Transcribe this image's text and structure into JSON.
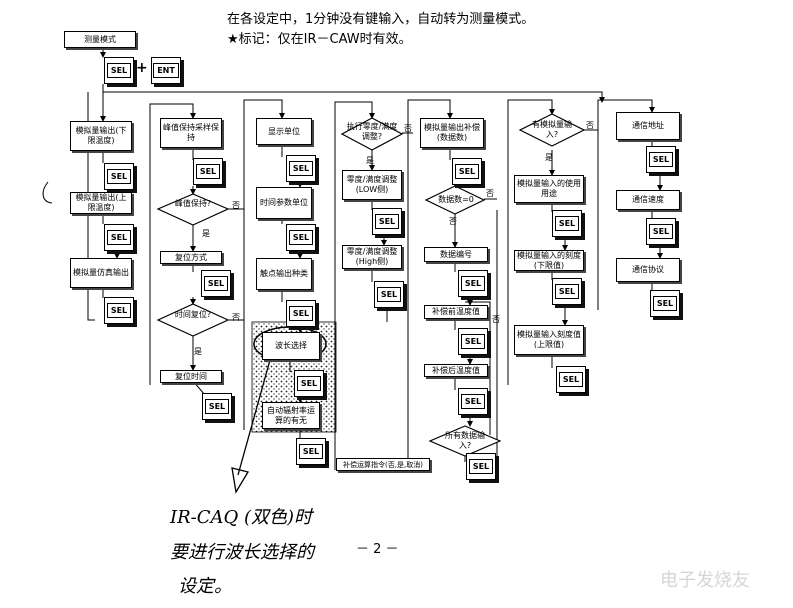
{
  "header": {
    "line1": "在各设定中，1分钟没有键输入，自动转为测量模式。",
    "line2": "★标记：仅在IR－CAW时有效。"
  },
  "keys": {
    "sel": "SEL",
    "ent": "ENT",
    "plus": "+"
  },
  "boxes": {
    "measure_mode": "测量模式",
    "analog_out_low": "模拟量输出(下限温度)",
    "analog_out_high": "模拟量输出(上限温度)",
    "analog_out_true": "模拟量仿真输出",
    "peak_hold": "峰值保持采样保持",
    "reset_method": "复位方式",
    "reset_time": "复位时间",
    "display_unit": "显示单位",
    "time_param_unit": "时间参数单位",
    "contact_output": "触点输出种类",
    "wavelength_select": "波长选择",
    "auto_emissivity": "自动辐射率运算的有无",
    "zero_span_low": "零度/满度调整(LOW侧)",
    "zero_span_high": "零度/满度调整(High侧)",
    "analog_comp_out": "模拟量输出补偿(数据数)",
    "data_number": "数据编号",
    "comp_before_temp": "补偿前温度值",
    "comp_after_temp": "补偿后温度值",
    "comp_cmd": "补偿运算指令(否,是,取消)",
    "analog_in_use": "模拟量输入的使用用途",
    "analog_in_low": "模拟量输入的刻度(下限值)",
    "analog_in_high": "模拟量输入刻度值(上限值)",
    "comm_address": "通信地址",
    "comm_speed": "通信速度",
    "comm_protocol": "通信协议"
  },
  "decisions": {
    "peak_hold_q": "峰值保持?",
    "time_set_q": "时间复位?",
    "exec_zero_q": "执行零度/满度调整?",
    "data_count_q": "数据数=0",
    "all_data_q": "所有数据输入?",
    "has_analog_in_q": "有模拟量输入?"
  },
  "branch_labels": {
    "yes": "是",
    "no": "否"
  },
  "handwriting": {
    "line1": "IR-CAQ (双色)时",
    "line2": "要进行波长选择的",
    "line3": "设定。"
  },
  "page_number": "－ 2 －",
  "watermark": "电子发烧友"
}
